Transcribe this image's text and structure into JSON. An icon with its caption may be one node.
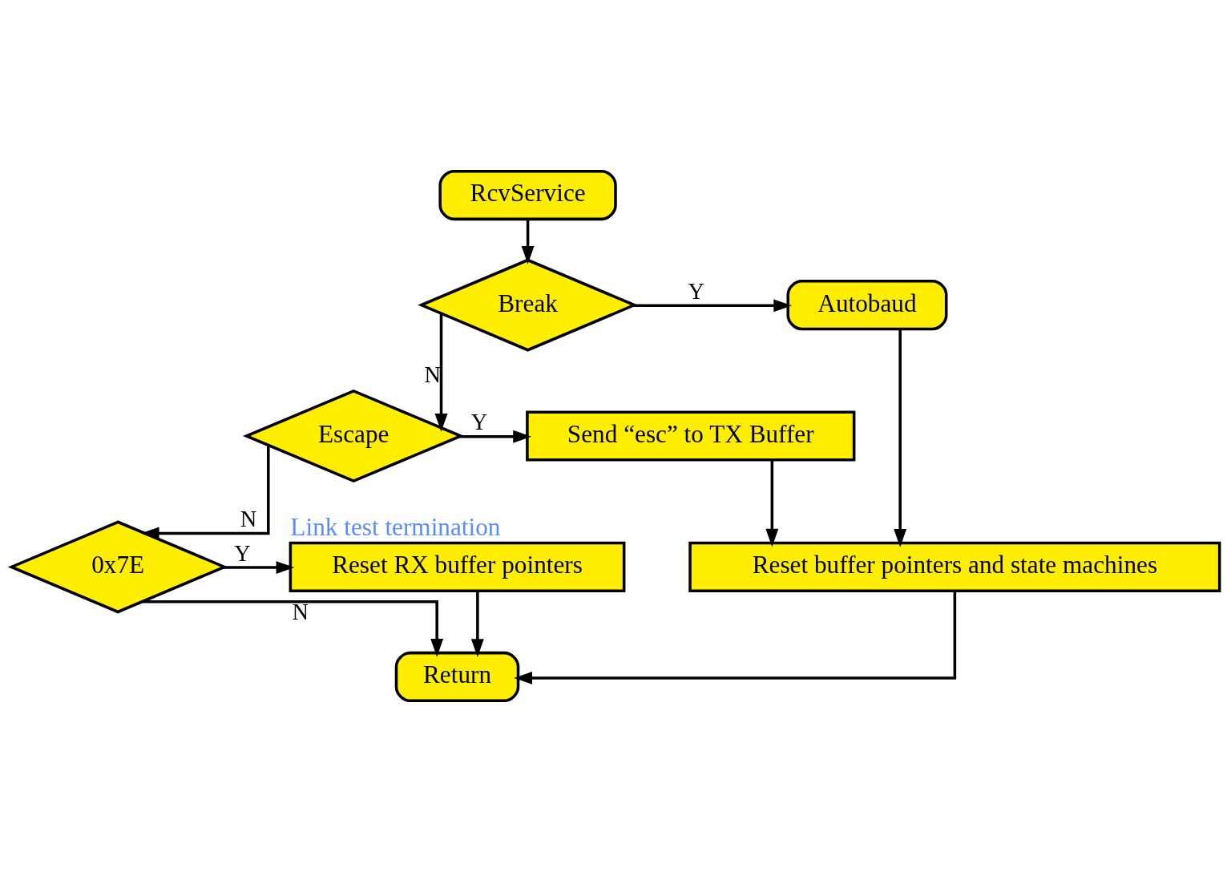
{
  "diagram": {
    "nodes": [
      {
        "text": [
          "RcvService"
        ]
      },
      {
        "text": [
          "Break"
        ]
      },
      {
        "text": [
          "Autobaud"
        ]
      },
      {
        "text": [
          "Escape"
        ]
      },
      {
        "text": [
          "Send “esc” to TX Buffer"
        ]
      },
      {
        "text": [
          "0x7E"
        ]
      },
      {
        "text": [
          "Reset RX buffer pointers"
        ],
        "beside": [
          "Link test termination"
        ]
      },
      {
        "text": [
          "Reset buffer pointers and state machines"
        ]
      },
      {
        "text": [
          "Return"
        ]
      }
    ],
    "edges": [
      {
        "from": 0,
        "to": 1,
        "arrow": "to"
      },
      {
        "from": 1,
        "to": 2,
        "arrow": "to",
        "label": "Y"
      },
      {
        "from": 1,
        "to": 3,
        "arrow": "to",
        "label": "N"
      },
      {
        "from": 2,
        "to": 7,
        "arrow": "to"
      },
      {
        "from": 3,
        "to": 4,
        "arrow": "to",
        "label": "Y"
      },
      {
        "from": 3,
        "to": 5,
        "arrow": "to",
        "label": "N"
      },
      {
        "from": 5,
        "to": 6,
        "arrow": "to",
        "label": "Y"
      },
      {
        "from": 5,
        "to": 8,
        "arrow": "to",
        "label": "N"
      },
      {
        "from": 4,
        "to": 7,
        "arrow": "to"
      },
      {
        "from": 6,
        "to": 8,
        "arrow": "to"
      },
      {
        "from": 7,
        "to": 8,
        "arrow": "to"
      }
    ]
  }
}
